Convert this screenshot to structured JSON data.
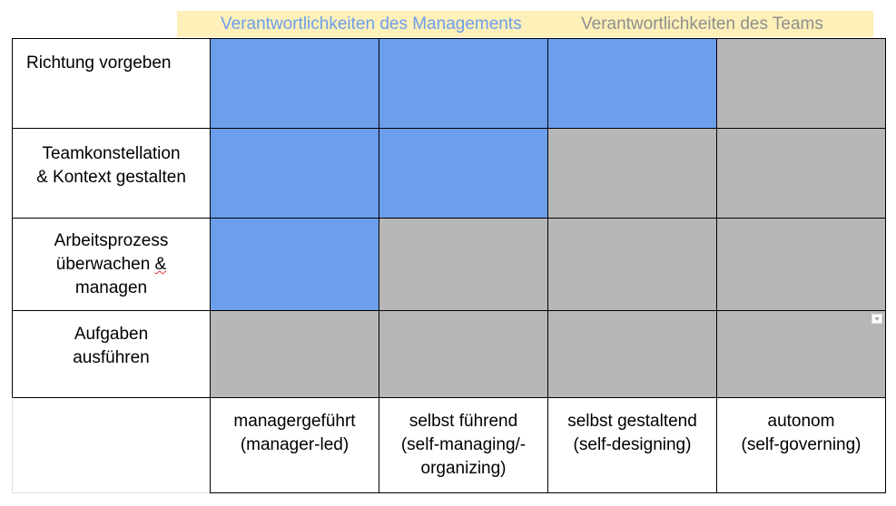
{
  "legend": {
    "management": "Verantwortlichkeiten des Managements",
    "team": "Verantwortlichkeiten des Teams"
  },
  "rows": [
    {
      "label": "Richtung vorgeben",
      "cells": [
        "management",
        "management",
        "management",
        "team"
      ]
    },
    {
      "label": "Teamkonstellation\n& Kontext gestalten",
      "cells": [
        "management",
        "management",
        "team",
        "team"
      ]
    },
    {
      "label_parts": [
        "Arbeitsprozess\nüberwachen ",
        "&",
        "\nmanagen"
      ],
      "cells": [
        "management",
        "team",
        "team",
        "team"
      ]
    },
    {
      "label": "Aufgaben\nausführen",
      "cells": [
        "team",
        "team",
        "team",
        "team"
      ]
    }
  ],
  "columns": [
    "managergeführt\n(manager-led)",
    "selbst führend\n(self-managing/-\norganizing)",
    "selbst gestaltend\n(self-designing)",
    "autonom\n(self-governing)"
  ],
  "colors": {
    "management": "#6d9eeb",
    "team": "#b7b7b7",
    "band": "#fdf0b8"
  }
}
